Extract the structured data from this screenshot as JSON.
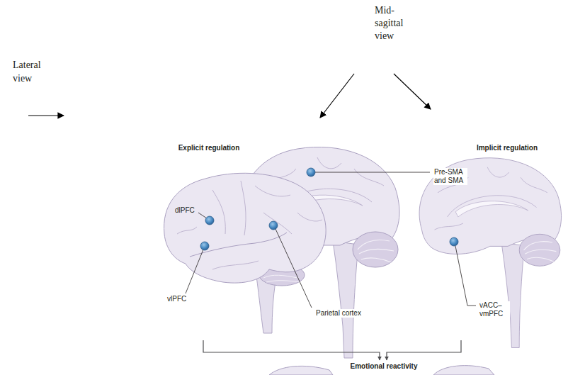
{
  "diagram": {
    "labels": [
      "Mid- sagittal view",
      "Lateral view",
      "Explicit regulation",
      "Implicit regulation",
      "Pre-SMA and SMA",
      "dlPFC",
      "vlPFC",
      "Parietal cortex",
      "vACC– vmPFC",
      "Emotional reactivity"
    ]
  }
}
